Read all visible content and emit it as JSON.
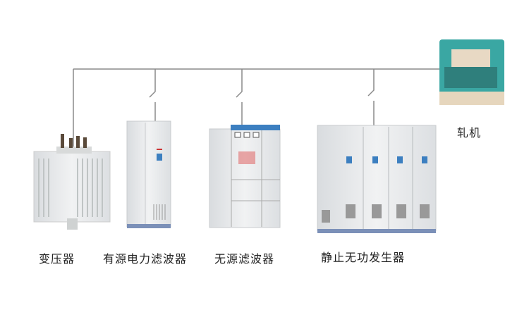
{
  "labels": {
    "transformer": "变压器",
    "active_filter": "有源电力滤波器",
    "passive_filter": "无源滤波器",
    "svg_generator": "静止无功发生器",
    "rolling_mill": "轧机"
  },
  "colors": {
    "line": "#8a8a8a",
    "cabinet": "#e6e8ea",
    "accent_blue": "#3c7fc0",
    "mill_teal": "#3aa7a3"
  }
}
